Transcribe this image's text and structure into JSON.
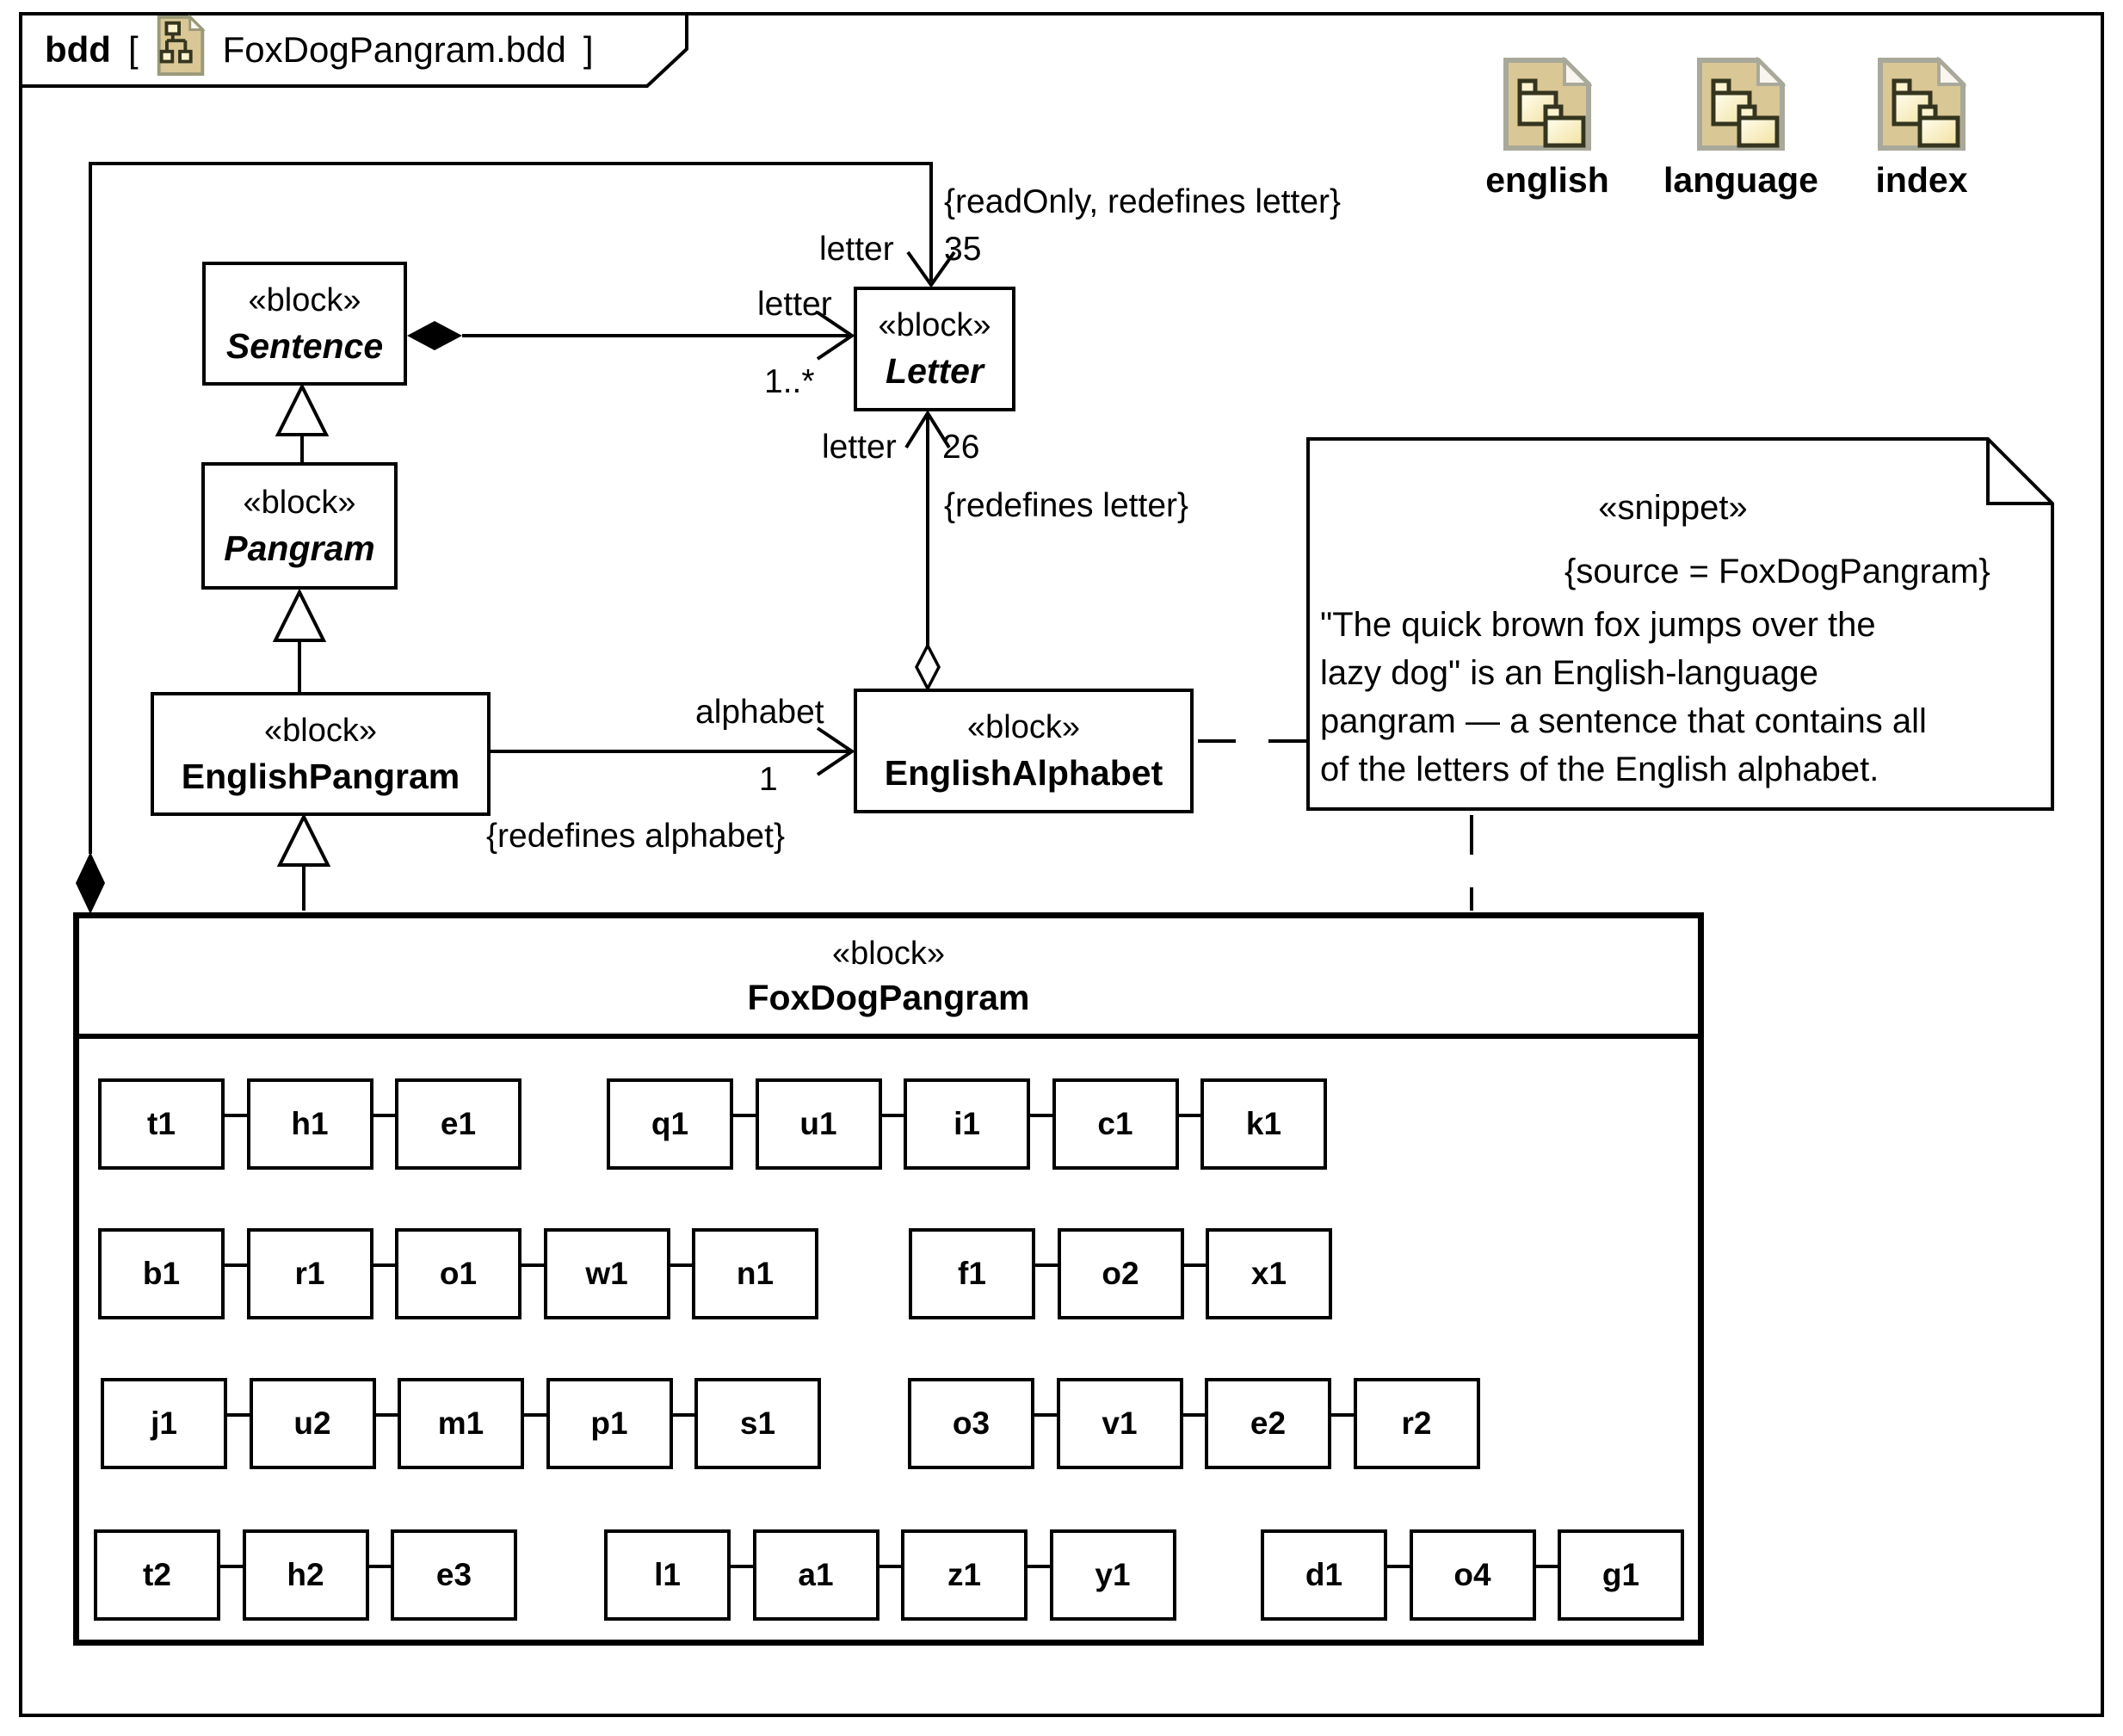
{
  "diagram_tab": {
    "keyword": "bdd",
    "bracket_open": "[",
    "name": "FoxDogPangram.bdd",
    "bracket_close": "]"
  },
  "palette_items": [
    {
      "label": "english"
    },
    {
      "label": "language"
    },
    {
      "label": "index"
    }
  ],
  "blocks": {
    "sentence": {
      "stereotype": "«block»",
      "name": "Sentence"
    },
    "pangram": {
      "stereotype": "«block»",
      "name": "Pangram"
    },
    "english_pangram": {
      "stereotype": "«block»",
      "name": "EnglishPangram"
    },
    "letter": {
      "stereotype": "«block»",
      "name": "Letter"
    },
    "english_alphabet": {
      "stereotype": "«block»",
      "name": "EnglishAlphabet"
    },
    "fox_dog_pangram": {
      "stereotype": "«block»",
      "name": "FoxDogPangram"
    }
  },
  "edge_labels": {
    "readonly_constraint": "{readOnly, redefines letter}",
    "letter35_role": "letter",
    "letter35_mult": "35",
    "sentence_letter_role": "letter",
    "sentence_letter_mult": "1..*",
    "letter26_role": "letter",
    "letter26_mult": "26",
    "redefines_letter_constraint": "{redefines letter}",
    "alphabet_role": "alphabet",
    "alphabet_mult": "1",
    "redefines_alphabet_constraint": "{redefines alphabet}"
  },
  "snippet_note": {
    "stereotype": "«snippet»",
    "source": "{source = FoxDogPangram}",
    "lines": [
      "\"The quick brown fox jumps over the",
      "lazy dog\" is an English-language",
      "pangram — a sentence that contains all",
      "of the letters of the English alphabet."
    ]
  },
  "parts": {
    "rows": [
      {
        "groups": [
          [
            "t1",
            "h1",
            "e1"
          ],
          [
            "q1",
            "u1",
            "i1",
            "c1",
            "k1"
          ]
        ]
      },
      {
        "groups": [
          [
            "b1",
            "r1",
            "o1",
            "w1",
            "n1"
          ],
          [
            "f1",
            "o2",
            "x1"
          ]
        ]
      },
      {
        "groups": [
          [
            "j1",
            "u2",
            "m1",
            "p1",
            "s1"
          ],
          [
            "o3",
            "v1",
            "e2",
            "r2"
          ]
        ]
      },
      {
        "groups": [
          [
            "t2",
            "h2",
            "e3"
          ],
          [
            "l1",
            "a1",
            "z1",
            "y1"
          ],
          [
            "d1",
            "o4",
            "g1"
          ]
        ]
      }
    ]
  },
  "colors": {
    "line": "#000000",
    "background": "#ffffff",
    "icon_fill": "#d9c795",
    "icon_border": "#a9a99b",
    "glyph_fill": "#fdf4cf",
    "glyph_outline": "#35351f"
  }
}
